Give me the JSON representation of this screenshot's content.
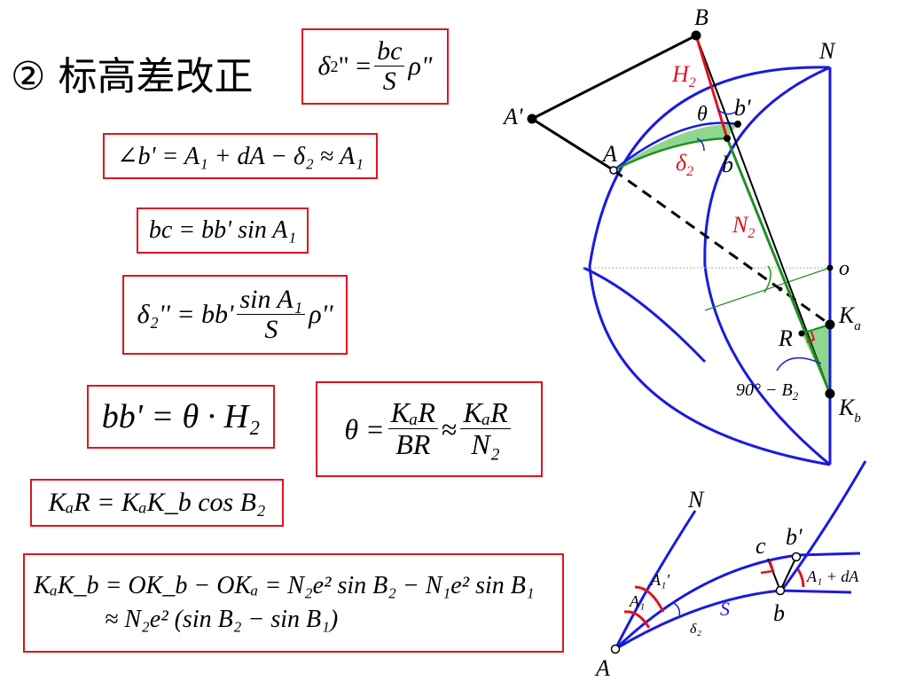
{
  "title": {
    "circled_number": "②",
    "text": "标高差改正"
  },
  "formulas": {
    "f1": {
      "lhs": "δ",
      "sub": "2",
      "mid": "\" =",
      "num": "bc",
      "den": "S",
      "rhs": "ρ\""
    },
    "f2": "∠b' = A₁ + dA − δ₂ ≈ A₁",
    "f3": "bc = bb' sin A₁",
    "f4": {
      "lhs": "δ₂'' = bb'",
      "num": "sin A₁",
      "den": "S",
      "rhs": "ρ''"
    },
    "f5": "bb' = θ · H₂",
    "f6": {
      "lhs": "θ =",
      "num1": "KₐR",
      "den1": "BR",
      "approx": "≈",
      "num2": "KₐR",
      "den2": "N₂"
    },
    "f7": "KₐR = KₐK_b cos B₂",
    "f8": {
      "line1": "KₐK_b = OK_b − OKₐ = N₂e² sin B₂ − N₁e² sin B₁",
      "line2": "≈ N₂e² (sin B₂ − sin B₁)"
    }
  },
  "diagram_top": {
    "labels": {
      "B": "B",
      "H2": "H",
      "H2_sub": "2",
      "theta": "θ",
      "b_prime": "b'",
      "A_prime": "A'",
      "A": "A",
      "delta2": "δ",
      "delta2_sub": "2",
      "b": "b",
      "N2": "N",
      "N2_sub": "2",
      "N": "N",
      "o": "o",
      "Ka": "K",
      "Ka_sub": "a",
      "R": "R",
      "angle": "90° − B",
      "angle_sub": "2",
      "Kb": "K",
      "Kb_sub": "b"
    },
    "colors": {
      "blue": "#1a1ae0",
      "red": "#e0141e",
      "green": "#1f8f1f",
      "fill": "#8fd68f"
    }
  },
  "diagram_bottom": {
    "labels": {
      "N": "N",
      "c": "c",
      "b_prime": "b'",
      "A1_prime": "A₁'",
      "A1_plus_dA": "A₁ + dA",
      "A1": "A₁",
      "S": "S",
      "delta2": "δ₂",
      "b": "b",
      "A": "A"
    }
  }
}
